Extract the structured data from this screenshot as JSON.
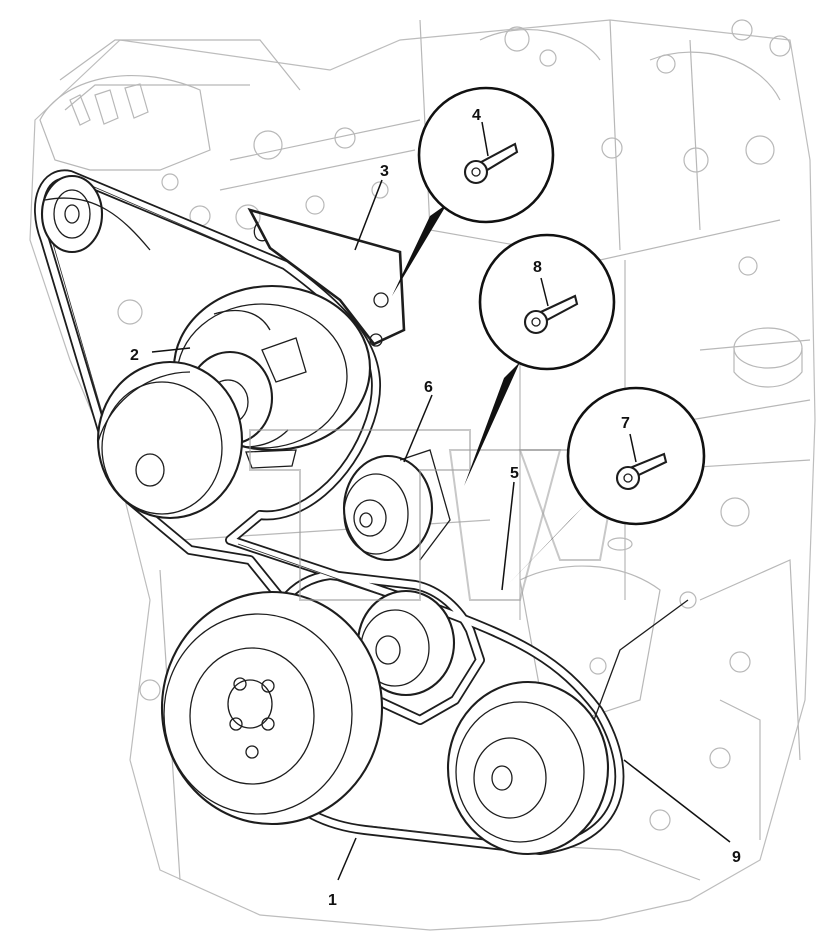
{
  "diagram": {
    "callouts": [
      {
        "id": "4",
        "label": "4",
        "part": "bolt"
      },
      {
        "id": "8",
        "label": "8",
        "part": "bolt"
      },
      {
        "id": "7",
        "label": "7",
        "part": "bolt"
      }
    ],
    "labels": {
      "l1": "1",
      "l2": "2",
      "l3": "3",
      "l5": "5",
      "l6": "6",
      "l9": "9"
    }
  }
}
